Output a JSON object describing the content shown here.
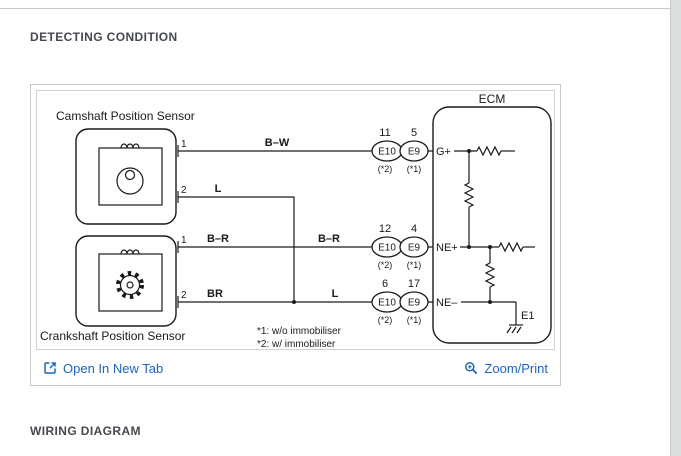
{
  "colors": {
    "link": "#1a66c2",
    "heading": "#45494e",
    "diagram_line": "#1a1a1a",
    "panel_border": "#c8c8c8"
  },
  "page": {
    "detecting_condition_heading": "DETECTING CONDITION",
    "wiring_diagram_heading": "WIRING DIAGRAM"
  },
  "figure": {
    "links": {
      "open_in_new_tab": "Open In New Tab",
      "zoom_print": "Zoom/Print"
    },
    "diagram": {
      "ecm_label": "ECM",
      "camshaft_label": "Camshaft Position Sensor",
      "crankshaft_label": "Crankshaft Position Sensor",
      "notes": {
        "n1": "*1: w/o immobiliser",
        "n2": "*2: w/ immobiliser"
      },
      "ecm_pins": {
        "g_plus": "G+",
        "ne_plus": "NE+",
        "ne_minus": "NE–",
        "e1": "E1"
      },
      "wires": {
        "bw": "B–W",
        "l_cam": "L",
        "br_dash_a": "B–R",
        "br_dash_b": "B–R",
        "br_solid": "BR",
        "l_join": "L"
      },
      "sensor_pins": {
        "one": "1",
        "two": "2"
      },
      "connectors": {
        "name_left": "E10",
        "name_right": "E9",
        "sub_left": "(*2)",
        "sub_right": "(*1)",
        "groups": [
          {
            "pin_left": "11",
            "pin_right": "5"
          },
          {
            "pin_left": "12",
            "pin_right": "4"
          },
          {
            "pin_left": "6",
            "pin_right": "17"
          }
        ]
      }
    }
  }
}
